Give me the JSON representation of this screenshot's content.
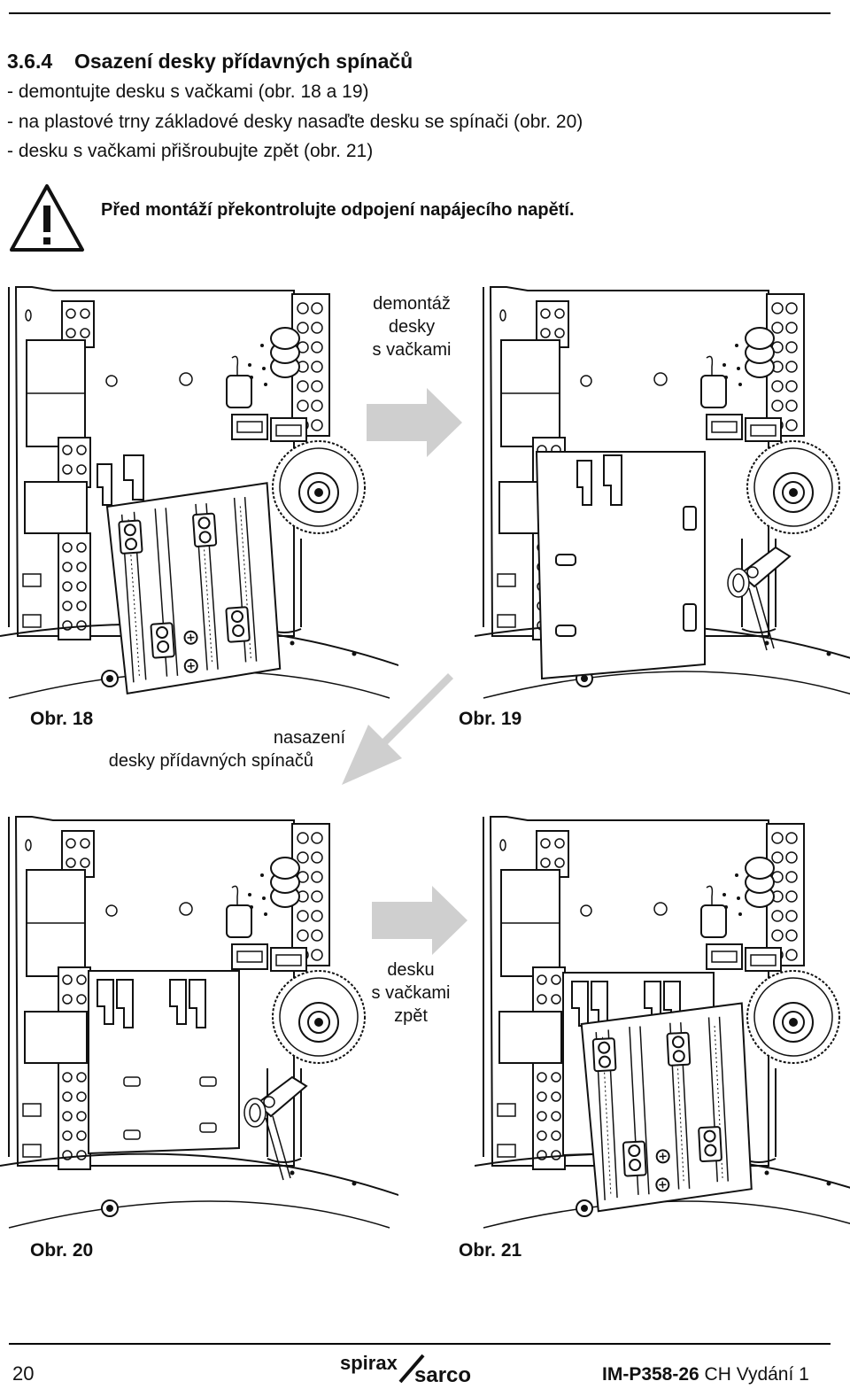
{
  "section": {
    "number": "3.6.4",
    "title": "Osazení desky přídavných spínačů",
    "steps": [
      "- demontujte desku s vačkami (obr. 18 a 19)",
      "- na plastové trny základové desky nasaďte desku se spínači (obr. 20)",
      "- desku s vačkami přišroubujte zpět (obr. 21)"
    ]
  },
  "warning": {
    "icon": "warning-triangle-icon",
    "text": "Před montáží překontrolujte odpojení napájecího napětí."
  },
  "figures": [
    {
      "label": "Obr. 18"
    },
    {
      "label": "Obr. 19"
    },
    {
      "label": "Obr. 20"
    },
    {
      "label": "Obr. 21"
    }
  ],
  "arrows": {
    "remove": [
      "demontáž",
      "desky",
      "s vačkami"
    ],
    "fit": [
      "nasazení",
      "desky přídavných spínačů"
    ],
    "back": [
      "desku",
      "s vačkami",
      "zpět"
    ],
    "color": "#cfcfcf"
  },
  "footer": {
    "page": "20",
    "logo": [
      "spirax",
      "sarco"
    ],
    "doc_code": "IM-P358-26",
    "doc_suffix": " CH Vydání 1"
  }
}
